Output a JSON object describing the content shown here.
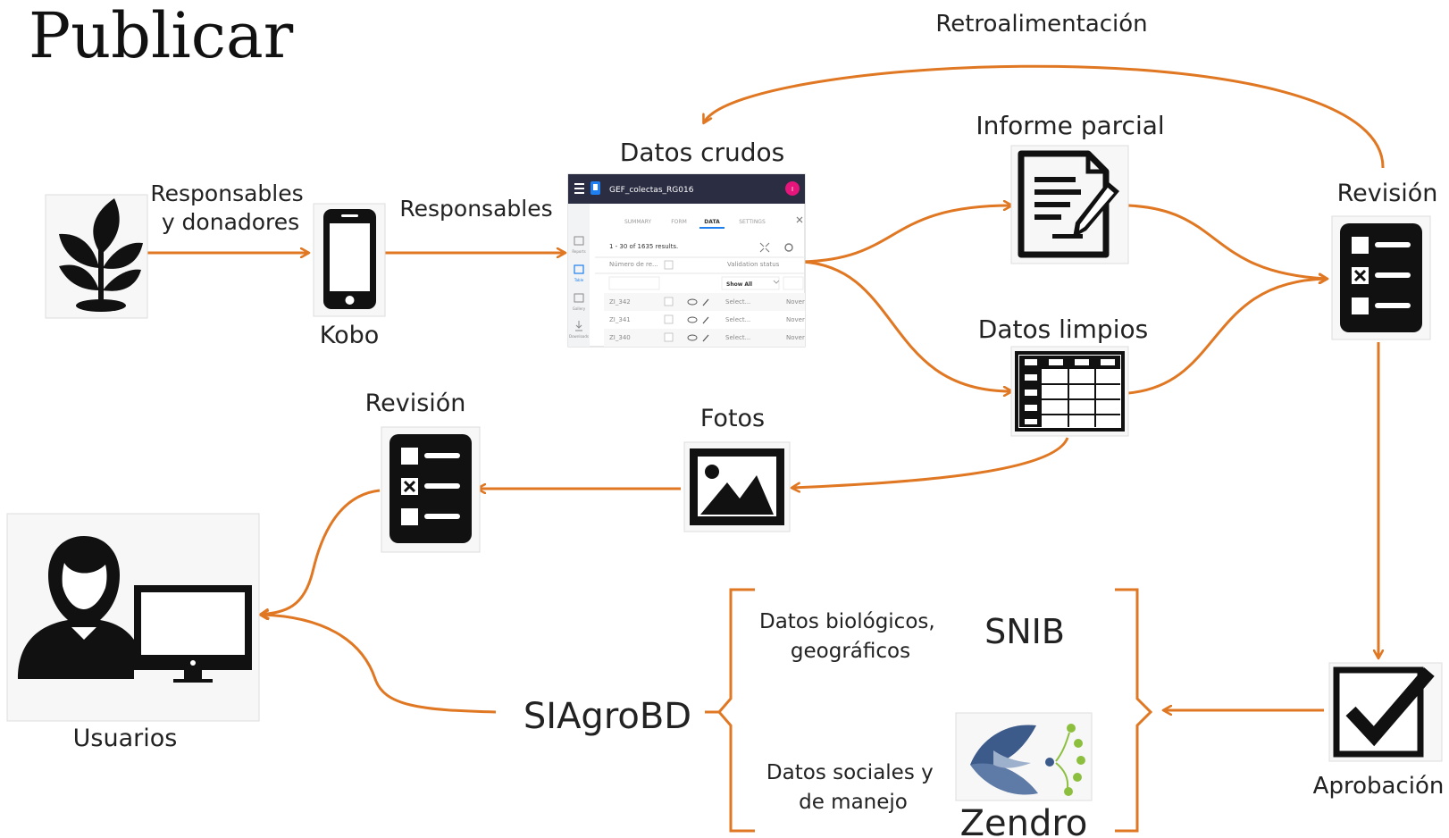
{
  "title": "Publicar",
  "nodes": {
    "contributors": "Responsables\ny donadores",
    "kobo": "Kobo",
    "responsables": "Responsables",
    "raw_data": "Datos crudos",
    "partial_report": "Informe parcial",
    "clean_data": "Datos limpios",
    "review_right": "Revisión",
    "feedback": "Retroalimentación",
    "photos": "Fotos",
    "review_left": "Revisión",
    "users": "Usuarios",
    "approval": "Aprobación",
    "siagrobd": "SIAgroBD",
    "bio_geo": "Datos biológicos,\ngeográficos",
    "snib": "SNIB",
    "social": "Datos sociales y\nde manejo",
    "zendro": "Zendro"
  },
  "kobo_screen": {
    "project": "GEF_colectas_RG016",
    "user_initial": "I",
    "tabs": [
      "SUMMARY",
      "FORM",
      "DATA",
      "SETTINGS"
    ],
    "active_tab": "DATA",
    "results": "1 - 30 of 1635 results.",
    "col_number": "Número de re...",
    "col_validation": "Validation status",
    "filter": "Show All",
    "rows": [
      {
        "id": "ZI_342",
        "status": "Select...",
        "extra": "Nover"
      },
      {
        "id": "ZI_341",
        "status": "Select...",
        "extra": "Nover"
      },
      {
        "id": "ZI_340",
        "status": "Select...",
        "extra": "Nover"
      }
    ],
    "side_labels": [
      "Reports",
      "Table",
      "Gallery",
      "Downloads"
    ]
  },
  "colors": {
    "arrow": "#e07722",
    "icon": "#111111",
    "kobo_header": "#2b2d42",
    "kobo_accent": "#1d7ff0",
    "zendro_blue": "#3c5a8a",
    "zendro_green": "#8dbf3f"
  },
  "icons": {
    "plant": "plant-icon",
    "phone": "smartphone-icon",
    "document": "document-pen-icon",
    "table": "table-icon",
    "checklist": "checklist-icon",
    "image": "image-icon",
    "user_computer": "user-computer-icon",
    "checkbox": "checkbox-icon",
    "zendro_logo": "zendro-logo-icon"
  }
}
